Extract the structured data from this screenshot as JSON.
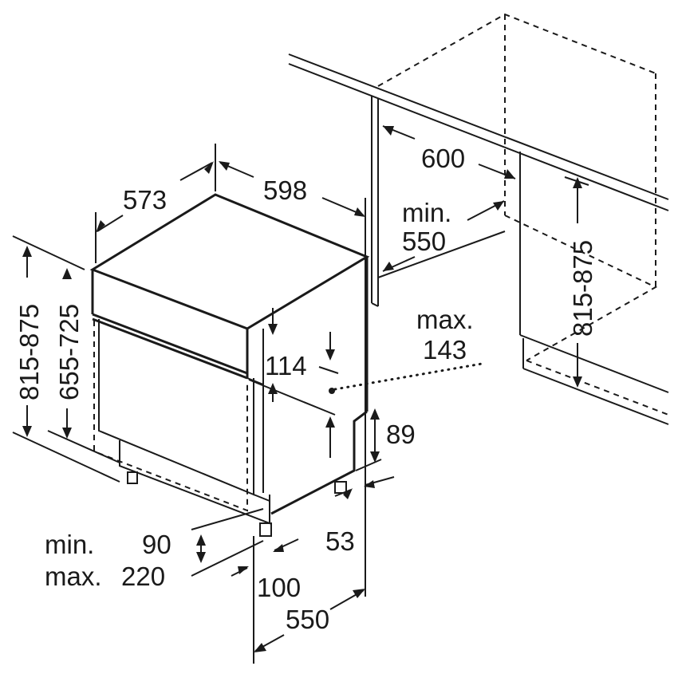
{
  "dimensions": {
    "width_598": "598",
    "depth_573": "573",
    "niche_600": "600",
    "niche_min": "min.",
    "niche_550": "550",
    "niche_height": "815-875",
    "height_left": "815-875",
    "height_inner": "655-725",
    "panel_114": "114",
    "max_label": "max.",
    "max_143": "143",
    "plinth_89": "89",
    "foot_53": "53",
    "adjust_min_label": "min.",
    "adjust_min_90": "90",
    "adjust_max_label": "max.",
    "adjust_max_220": "220",
    "foot_100": "100",
    "bottom_550": "550"
  },
  "colors": {
    "line": "#1a1a1a",
    "background": "#ffffff"
  }
}
